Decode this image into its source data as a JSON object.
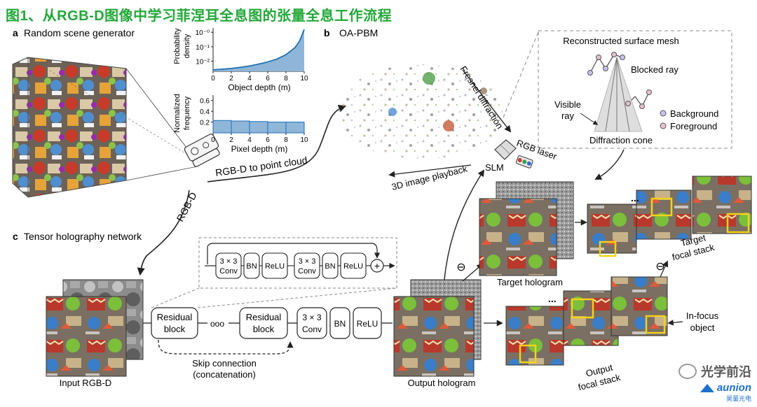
{
  "title": "图1、从RGB-D图像中学习菲涅耳全息图的张量全息工作流程",
  "panel_a": {
    "letter": "a",
    "label": "Random scene generator",
    "chart_top": {
      "type": "area",
      "ylabel": "Probability\ndensity",
      "xlabel": "Object depth (m)",
      "yticks": [
        "10⁻⁰",
        "10⁻¹",
        "10⁻²"
      ],
      "xticks": [
        "0",
        "2",
        "4",
        "6",
        "8",
        "10"
      ],
      "x": [
        0,
        1,
        2,
        3,
        4,
        5,
        6,
        7,
        8,
        9,
        9.5,
        10
      ],
      "y_log10": [
        -2.6,
        -2.55,
        -2.5,
        -2.42,
        -2.33,
        -2.2,
        -2.05,
        -1.85,
        -1.55,
        -1.05,
        -0.6,
        0.2
      ]
    },
    "chart_bottom": {
      "type": "bar",
      "ylabel": "Normalized\nfrequency",
      "xlabel": "Pixel depth (m)",
      "yticks": [
        "0.6",
        "0.4",
        "0.2"
      ],
      "xticks": [
        "0",
        "2",
        "4",
        "6",
        "8",
        "10"
      ],
      "categories": [
        "0-2",
        "2-4",
        "4-6",
        "6-8",
        "8-10"
      ],
      "values": [
        0.23,
        0.22,
        0.21,
        0.2,
        0.2
      ]
    },
    "arrow_point_cloud": "RGB-D to point cloud",
    "arrow_rgbd": "RGB-D"
  },
  "panel_b": {
    "letter": "b",
    "label": "OA-PBM",
    "fresnel": "Fresnel diffraction",
    "rgb_laser": "RGB laser",
    "slm": "SLM",
    "playback": "3D image playback",
    "inset": {
      "mesh": "Reconstructed surface mesh",
      "blocked": "Blocked ray",
      "visible_ray": "Visible\nray",
      "cone": "Diffraction cone",
      "legend_background": "Background",
      "legend_foreground": "Foreground"
    }
  },
  "panel_c": {
    "letter": "c",
    "label": "Tensor holography network",
    "block1": "Residual\nblock",
    "block2": "Residual\nblock",
    "dots": "ooo",
    "conv": "3 × 3\nConv",
    "bn": "BN",
    "relu": "ReLU",
    "skip": "Skip connection\n(concatenation)",
    "plus": "+",
    "input_caption": "Input RGB-D",
    "output_caption": "Output hologram",
    "target_hologram": "Target hologram",
    "target_focal": "Target\nfocal stack",
    "output_focal": "Output\nfocal stack",
    "in_focus": "In-focus\nobject",
    "minus": "⊖",
    "ellipsis": "..."
  },
  "watermark": {
    "brand": "光学前沿",
    "logo": "aunion",
    "sub": "昊量光电"
  },
  "colors": {
    "title": "#22a838",
    "chart_fill": "#8fb6d8",
    "chart_line": "#1f6fb3",
    "box_yellow": "#f3d21a",
    "background_dot": "#c9c2ee",
    "foreground_dot": "#e8bfd0"
  }
}
